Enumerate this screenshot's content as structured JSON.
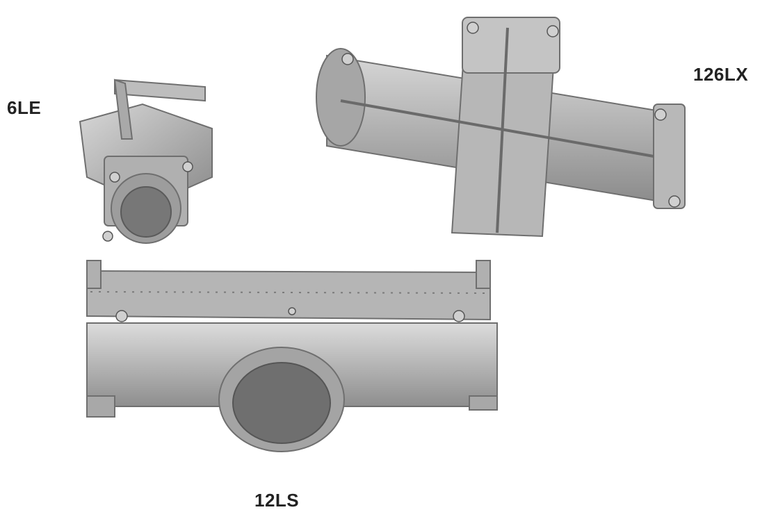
{
  "labels": {
    "burner_6le": "6LE",
    "burner_126lx": "126LX",
    "burner_12ls": "12LS"
  },
  "colors": {
    "metal_light": "#c9c9c9",
    "metal_mid": "#a8a8a8",
    "metal_dark": "#6f6f6f",
    "label_text": "#222222"
  }
}
